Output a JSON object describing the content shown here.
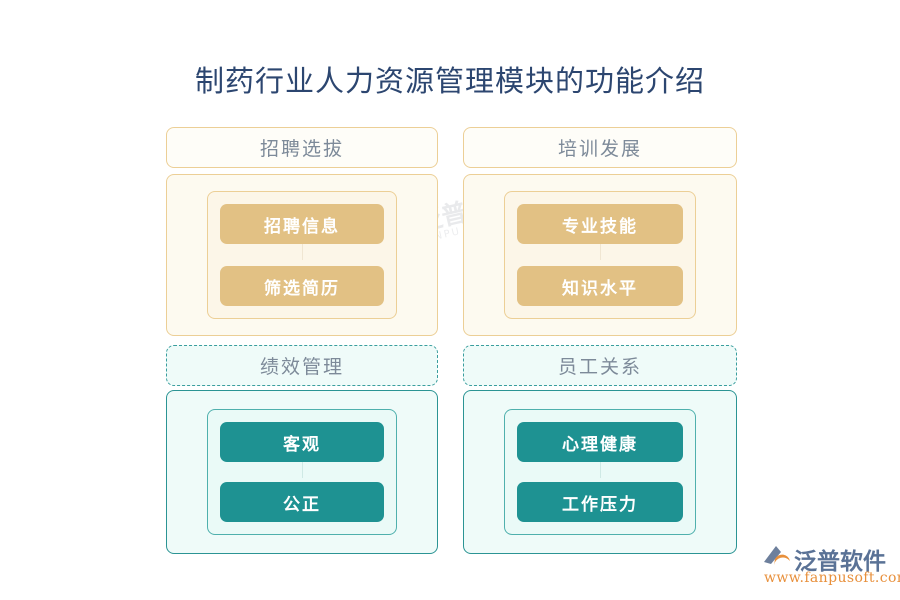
{
  "page": {
    "title": "制药行业人力资源管理模块的功能介绍",
    "background": "#ffffff",
    "title_color": "#2c4670"
  },
  "theme": {
    "gold_item": "#e2c184",
    "gold_border": "#eccf96",
    "gold_panel_bg": "#fdfaf0",
    "teal_item": "#1e9292",
    "teal_border": "#2b9494",
    "teal_panel_bg": "#effbf9",
    "head_text": "#7d8a99",
    "item_text": "#ffffff"
  },
  "panels": [
    {
      "id": "recruit",
      "header": "招聘选拔",
      "style": "gold",
      "items": [
        "招聘信息",
        "筛选简历"
      ]
    },
    {
      "id": "train",
      "header": "培训发展",
      "style": "gold",
      "items": [
        "专业技能",
        "知识水平"
      ]
    },
    {
      "id": "performance",
      "header": "绩效管理",
      "style": "teal",
      "items": [
        "客观",
        "公正"
      ]
    },
    {
      "id": "relations",
      "header": "员工关系",
      "style": "teal",
      "items": [
        "心理健康",
        "工作压力"
      ]
    }
  ],
  "watermark": {
    "text": "泛普软件",
    "subtext": "FANPU SOFTWARE"
  },
  "brand": {
    "name": "泛普软件",
    "url": "www.fanpusoft.com",
    "name_color": "#5a7296",
    "url_color": "#e8903c"
  }
}
